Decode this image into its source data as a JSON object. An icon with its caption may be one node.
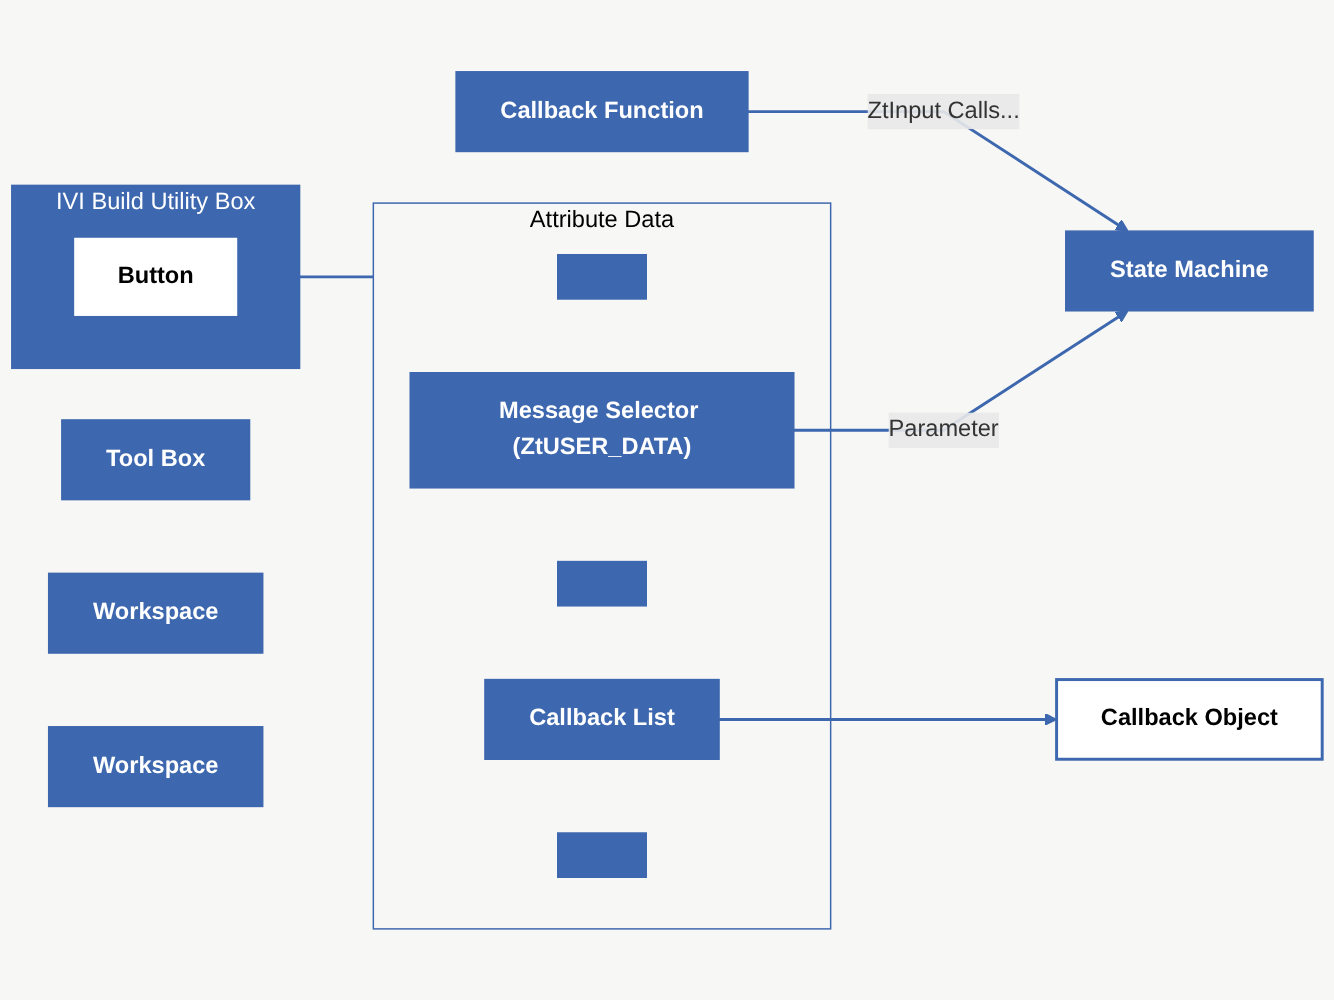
{
  "diagram": {
    "nodes": [
      {
        "text": [
          "Tool Box"
        ]
      },
      {
        "text": [
          "IVI Build Utility Box"
        ]
      },
      {
        "text": [
          "Button"
        ],
        "in": 1
      },
      {
        "text": [
          "Workspace"
        ]
      },
      {
        "text": [
          "Workspace"
        ]
      },
      {
        "text": [
          "Attribute Data"
        ]
      },
      {
        "text": [],
        "shape": "box",
        "in": 5
      },
      {
        "text": [
          "Message Selector (ZtUSER_DATA)"
        ],
        "in": 5
      },
      {
        "text": [],
        "shape": "box",
        "in": 5
      },
      {
        "text": [
          "Callback List"
        ],
        "in": 5
      },
      {
        "text": [],
        "shape": "box",
        "in": 5
      },
      {
        "text": [
          "State Machine"
        ]
      },
      {
        "text": [
          "Callback Object"
        ]
      },
      {
        "text": [
          "Callback Function"
        ]
      }
    ],
    "edges": [
      {
        "from": 2,
        "to": 5,
        "arrow": "none"
      },
      {
        "from": 7,
        "to": 11,
        "arrow": "to",
        "label": "Parameter"
      },
      {
        "from": 9,
        "to": 12,
        "arrow": "to"
      },
      {
        "from": 13,
        "to": 11,
        "arrow": "to",
        "label": "ZtInput Calls..."
      }
    ]
  }
}
